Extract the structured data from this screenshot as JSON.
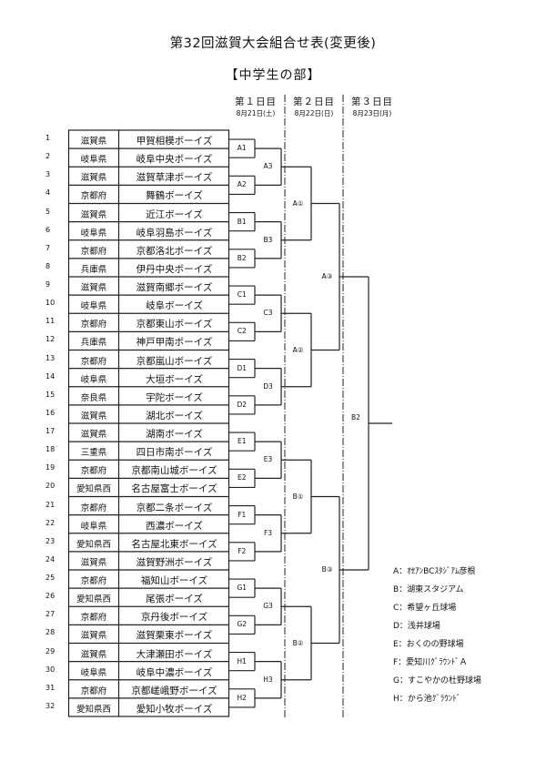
{
  "header": {
    "title": "第32回滋賀大会組合せ表(変更後)",
    "subtitle": "【中学生の部】"
  },
  "days": [
    {
      "label": "第１日目",
      "date": "8月21日(土)"
    },
    {
      "label": "第２日目",
      "date": "8月22日(日)"
    },
    {
      "label": "第３日目",
      "date": "8月23日(月)"
    }
  ],
  "teams": [
    {
      "no": "1",
      "pref": "滋賀県",
      "name": "甲賀相模ボーイズ"
    },
    {
      "no": "2",
      "pref": "岐阜県",
      "name": "岐阜中央ボーイズ"
    },
    {
      "no": "3",
      "pref": "滋賀県",
      "name": "滋賀草津ボーイズ"
    },
    {
      "no": "4",
      "pref": "京都府",
      "name": "舞鶴ボーイズ"
    },
    {
      "no": "5",
      "pref": "滋賀県",
      "name": "近江ボーイズ"
    },
    {
      "no": "6",
      "pref": "岐阜県",
      "name": "岐阜羽島ボーイズ"
    },
    {
      "no": "7",
      "pref": "京都府",
      "name": "京都洛北ボーイズ"
    },
    {
      "no": "8",
      "pref": "兵庫県",
      "name": "伊丹中央ボーイズ"
    },
    {
      "no": "9",
      "pref": "滋賀県",
      "name": "滋賀南郷ボーイズ"
    },
    {
      "no": "10",
      "pref": "岐阜県",
      "name": "岐阜ボーイズ"
    },
    {
      "no": "11",
      "pref": "京都府",
      "name": "京都東山ボーイズ"
    },
    {
      "no": "12",
      "pref": "兵庫県",
      "name": "神戸甲南ボーイズ"
    },
    {
      "no": "13",
      "pref": "京都府",
      "name": "京都嵐山ボーイズ"
    },
    {
      "no": "14",
      "pref": "岐阜県",
      "name": "大垣ボーイズ"
    },
    {
      "no": "15",
      "pref": "奈良県",
      "name": "宇陀ボーイズ"
    },
    {
      "no": "16",
      "pref": "滋賀県",
      "name": "湖北ボーイズ"
    },
    {
      "no": "17",
      "pref": "滋賀県",
      "name": "湖南ボーイズ"
    },
    {
      "no": "18",
      "pref": "三重県",
      "name": "四日市南ボーイズ"
    },
    {
      "no": "19",
      "pref": "京都府",
      "name": "京都南山城ボーイズ"
    },
    {
      "no": "20",
      "pref": "愛知県西",
      "name": "名古屋富士ボーイズ"
    },
    {
      "no": "21",
      "pref": "京都府",
      "name": "京都二条ボーイズ"
    },
    {
      "no": "22",
      "pref": "岐阜県",
      "name": "西濃ボーイズ"
    },
    {
      "no": "23",
      "pref": "愛知県西",
      "name": "名古屋北東ボーイズ"
    },
    {
      "no": "24",
      "pref": "滋賀県",
      "name": "滋賀野洲ボーイズ"
    },
    {
      "no": "25",
      "pref": "京都府",
      "name": "福知山ボーイズ"
    },
    {
      "no": "26",
      "pref": "愛知県西",
      "name": "尾張ボーイズ"
    },
    {
      "no": "27",
      "pref": "京都府",
      "name": "京丹後ボーイズ"
    },
    {
      "no": "28",
      "pref": "滋賀県",
      "name": "滋賀栗東ボーイズ"
    },
    {
      "no": "29",
      "pref": "滋賀県",
      "name": "大津瀬田ボーイズ"
    },
    {
      "no": "30",
      "pref": "岐阜県",
      "name": "岐阜中濃ボーイズ"
    },
    {
      "no": "31",
      "pref": "京都府",
      "name": "京都嵯峨野ボーイズ"
    },
    {
      "no": "32",
      "pref": "愛知県西",
      "name": "愛知小牧ボーイズ"
    }
  ],
  "round1": [
    "A1",
    "A2",
    "B1",
    "B2",
    "C1",
    "C2",
    "D1",
    "D2",
    "E1",
    "E2",
    "F1",
    "F2",
    "G1",
    "G2",
    "H1",
    "H2"
  ],
  "round2": [
    "A3",
    "B3",
    "C3",
    "D3",
    "E3",
    "F3",
    "G3",
    "H3"
  ],
  "round3": [
    "A①",
    "A②",
    "B①",
    "B②"
  ],
  "semis": [
    "A③",
    "B③"
  ],
  "final": "B2",
  "legend": [
    "A：ｵｾｱﾝBCｽﾀｼﾞｱﾑ彦根",
    "B：湖東スタジアム",
    "C：希望ヶ丘球場",
    "D：浅井球場",
    "E：おくのの野球場",
    "F：愛知川ｸﾞﾗｳﾝﾄﾞＡ",
    "G：すこやかの杜野球場",
    "H：から池ｸﾞﾗｳﾝﾄﾞ"
  ]
}
